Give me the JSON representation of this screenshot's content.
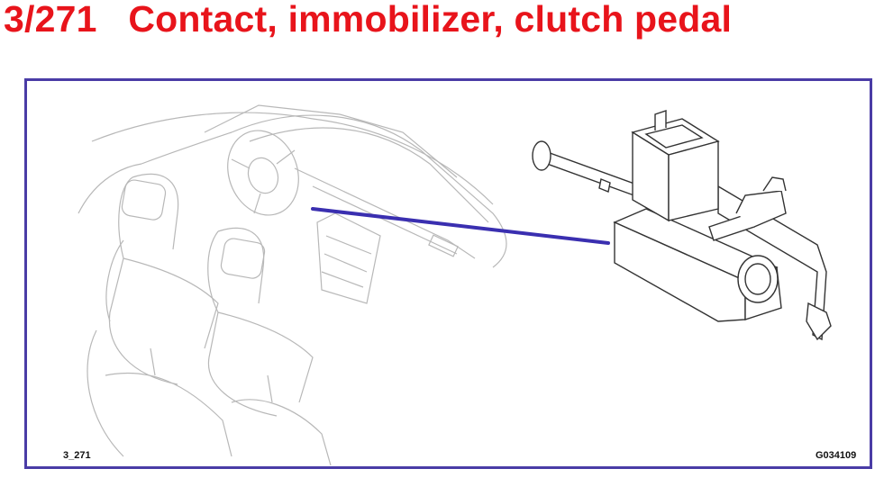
{
  "header": {
    "title": "3/271   Contact, immobilizer, clutch pedal"
  },
  "figure": {
    "ref_code": "3_271",
    "image_code": "G034109",
    "frame_color": "#4a3ca6",
    "title_color": "#e8141b",
    "pointer_color": "#3a2fb0"
  }
}
